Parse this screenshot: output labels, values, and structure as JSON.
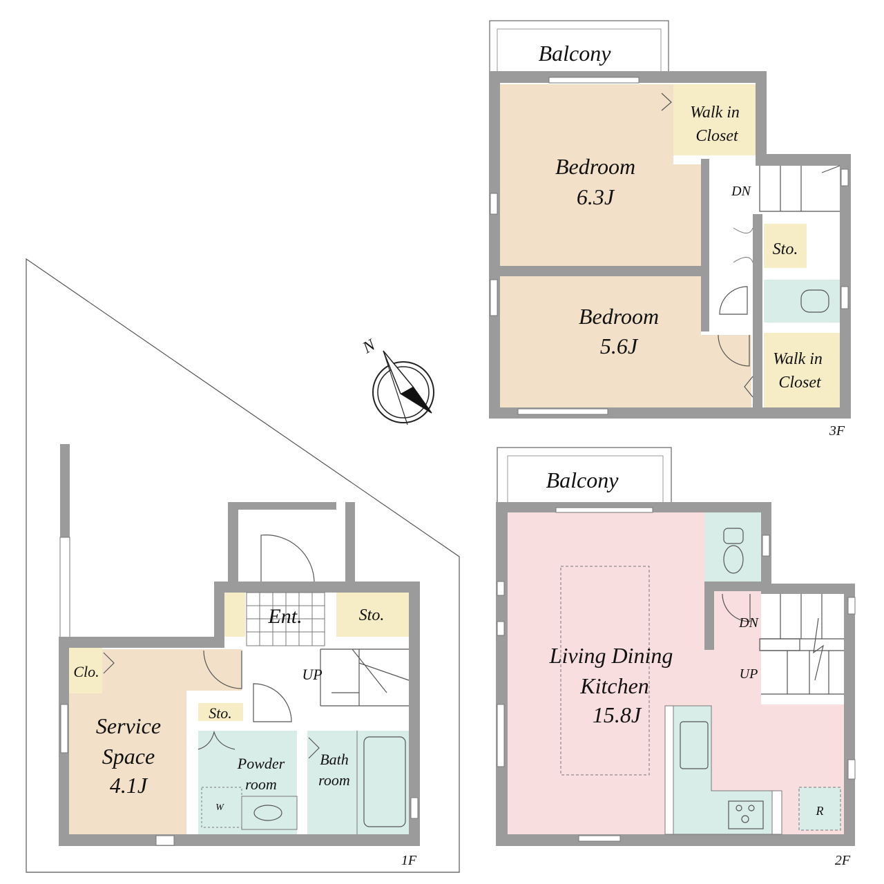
{
  "colors": {
    "wall": "#9b9b9b",
    "bedroom": "#f2e1c8",
    "closet": "#f6edc6",
    "wet": "#d8ede8",
    "ldk": "#f8dede",
    "white": "#ffffff"
  },
  "floor3": {
    "label": "3F",
    "balcony": "Balcony",
    "bedroom1": {
      "name": "Bedroom",
      "size": "6.3J"
    },
    "bedroom2": {
      "name": "Bedroom",
      "size": "5.6J"
    },
    "wic1": [
      "Walk in",
      "Closet"
    ],
    "wic2": [
      "Walk in",
      "Closet"
    ],
    "storage": "Sto.",
    "stairs": "DN"
  },
  "floor2": {
    "label": "2F",
    "balcony": "Balcony",
    "ldk": {
      "line1": "Living Dining",
      "line2": "Kitchen",
      "size": "15.8J"
    },
    "stairs_down": "DN",
    "stairs_up": "UP",
    "fridge": "R"
  },
  "floor1": {
    "label": "1F",
    "entrance": "Ent.",
    "storage": "Sto.",
    "storage_small": "Sto.",
    "closet": "Clo.",
    "service": {
      "line1": "Service",
      "line2": "Space",
      "size": "4.1J"
    },
    "powder": [
      "Powder",
      "room"
    ],
    "bath": [
      "Bath",
      "room"
    ],
    "washer": "W",
    "stairs": "UP"
  },
  "compass": "N"
}
